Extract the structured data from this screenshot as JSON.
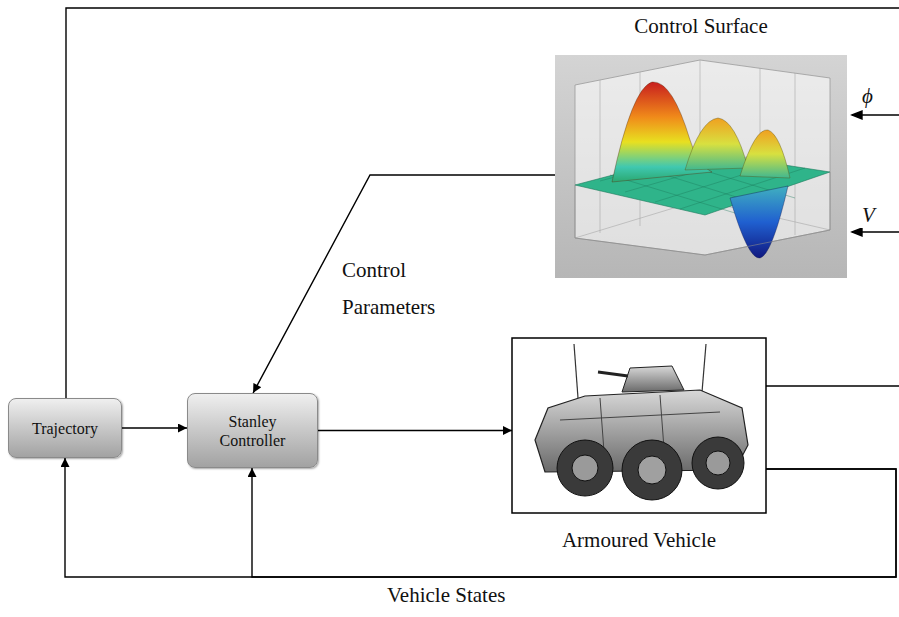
{
  "diagram": {
    "nodes": [
      {
        "text": [
          "Control Surface"
        ]
      },
      {
        "text": [
          "Trajectory"
        ]
      },
      {
        "text": [
          "Stanley Controller"
        ]
      },
      {
        "text": [
          "Armoured Vehicle"
        ]
      }
    ],
    "edges": [
      {
        "from": 1,
        "to": 2,
        "arrow": "to"
      },
      {
        "from": 2,
        "to": 3,
        "arrow": "to"
      },
      {
        "from": 3,
        "to": 1,
        "arrow": "to",
        "label": "Vehicle States"
      },
      {
        "from": 3,
        "to": 2,
        "arrow": "to"
      },
      {
        "from": 0,
        "to": 2,
        "arrow": "to",
        "label": "Control Parameters"
      }
    ],
    "labels": [
      "ϕ",
      "V"
    ]
  }
}
